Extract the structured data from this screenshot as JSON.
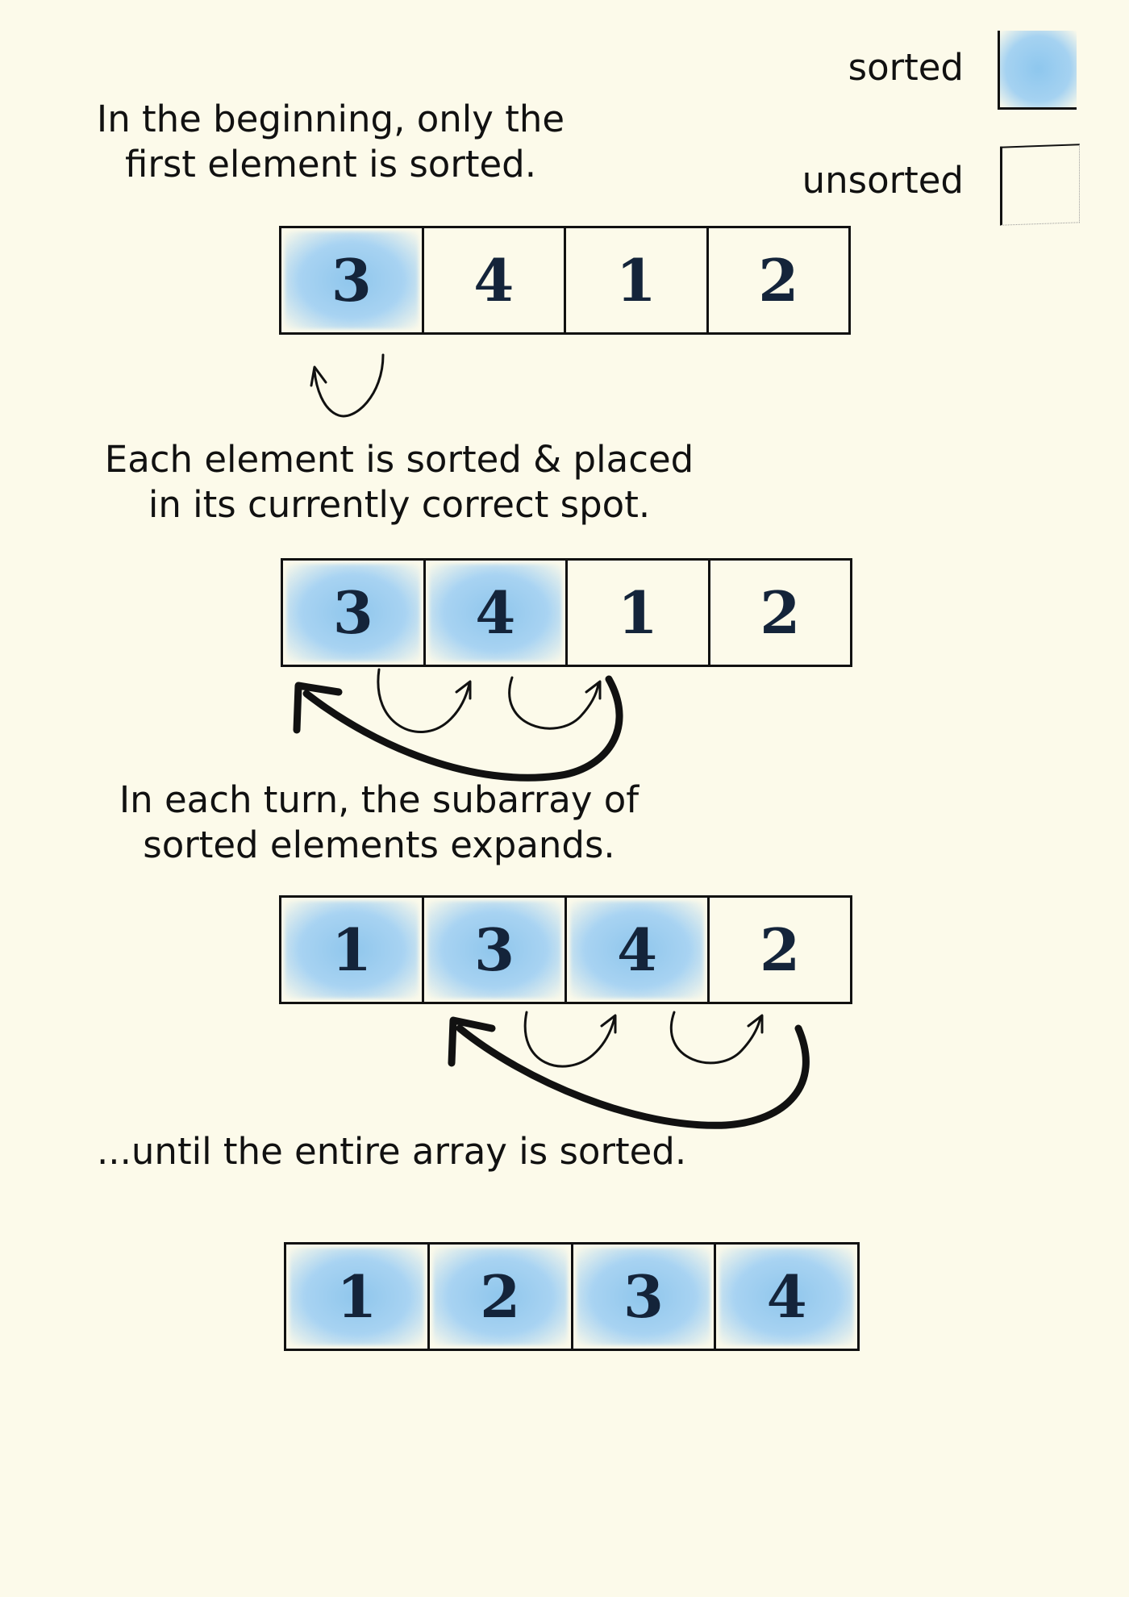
{
  "legend": {
    "sorted_label": "sorted",
    "unsorted_label": "unsorted",
    "sorted_color": "#a8d3f2"
  },
  "steps": [
    {
      "caption_lines": [
        "In the beginning, only the",
        "first element is sorted."
      ],
      "cells": [
        {
          "value": "3",
          "sorted": true
        },
        {
          "value": "4",
          "sorted": false
        },
        {
          "value": "1",
          "sorted": false
        },
        {
          "value": "2",
          "sorted": false
        }
      ]
    },
    {
      "caption_lines": [
        "Each element is sorted & placed",
        "in its currently correct spot."
      ],
      "cells": [
        {
          "value": "3",
          "sorted": true
        },
        {
          "value": "4",
          "sorted": true
        },
        {
          "value": "1",
          "sorted": false
        },
        {
          "value": "2",
          "sorted": false
        }
      ]
    },
    {
      "caption_lines": [
        "In each turn, the subarray of",
        "sorted elements expands."
      ],
      "cells": [
        {
          "value": "1",
          "sorted": true
        },
        {
          "value": "3",
          "sorted": true
        },
        {
          "value": "4",
          "sorted": true
        },
        {
          "value": "2",
          "sorted": false
        }
      ]
    },
    {
      "caption_lines": [
        "...until the entire array is sorted."
      ],
      "cells": [
        {
          "value": "1",
          "sorted": true
        },
        {
          "value": "2",
          "sorted": true
        },
        {
          "value": "3",
          "sorted": true
        },
        {
          "value": "4",
          "sorted": true
        }
      ]
    }
  ]
}
